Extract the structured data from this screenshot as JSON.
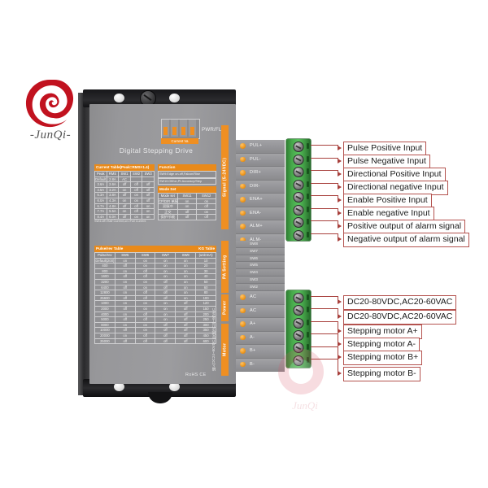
{
  "brand": {
    "name": "-JunQi-",
    "logo_icon": "junqi-swirl-logo-icon",
    "watermark_text": "JunQi"
  },
  "device": {
    "title": "Digital Stepping Drive",
    "led_label": "PWR/FLT",
    "compliance": "RoHS  CE",
    "input_voltage_vertical": "输入DC24~80VDC  交流AC20~60VAC"
  },
  "faceplate": {
    "current_table": {
      "header": "Current Table(Peak=RMS×1.4)",
      "columns": [
        "Peak",
        "RMS",
        "SW1",
        "SW2",
        "SW3"
      ],
      "rows": [
        [
          "Default",
          "2.8A",
          "AC",
          "",
          "",
          ""
        ],
        [
          "3.6A",
          "2.6A",
          "off",
          "off",
          "off"
        ],
        [
          "4.5A",
          "3.2A",
          "on",
          "off",
          "off"
        ],
        [
          "5.3A",
          "3.8A",
          "off",
          "on",
          "off"
        ],
        [
          "6.0A",
          "4.3A",
          "on",
          "on",
          "off"
        ],
        [
          "6.7A",
          "4.8A",
          "off",
          "off",
          "on"
        ],
        [
          "7.7A",
          "5.5A",
          "on",
          "off",
          "on"
        ],
        [
          "8.4A",
          "6.0A",
          "off",
          "on",
          "on"
        ]
      ],
      "note": "SW4:off=Half Current,on=Full Current"
    },
    "function_table": {
      "header": "Function",
      "rows": [
        "SW9:Edge on-off,Falcon/Rise",
        "SW10:Off/on,Pf-Accuracy/Step"
      ]
    },
    "mode_set_table": {
      "header": "Mode Set",
      "columns": [
        "Mode set",
        "SW11",
        "SW12"
      ],
      "rows": [
        [
          "CP/DIR 单脉冲",
          "on",
          "on"
        ],
        [
          "双脉冲",
          "on",
          "off"
        ],
        [
          "正交",
          "off",
          "on"
        ],
        [
          "保护/节能",
          "off",
          "off"
        ]
      ]
    },
    "pulse_table": {
      "header": "Pulse/rev Table",
      "header_right": "KG Table",
      "columns": [
        "Pulse/rev",
        "SW5",
        "SW6",
        "SW7",
        "SW8",
        "(unit:mA)"
      ],
      "rows": [
        [
          "Default(200)",
          "on",
          "on",
          "on",
          "on",
          "10"
        ],
        [
          "400",
          "off",
          "on",
          "on",
          "on",
          "20"
        ],
        [
          "800",
          "on",
          "off",
          "on",
          "on",
          "30"
        ],
        [
          "1600",
          "off",
          "off",
          "on",
          "on",
          "40"
        ],
        [
          "3200",
          "on",
          "on",
          "off",
          "on",
          "50"
        ],
        [
          "6400",
          "off",
          "on",
          "off",
          "on",
          "60"
        ],
        [
          "12800",
          "on",
          "off",
          "off",
          "on",
          "80"
        ],
        [
          "25600",
          "off",
          "off",
          "off",
          "on",
          "100"
        ],
        [
          "1000",
          "on",
          "on",
          "on",
          "off",
          "120"
        ],
        [
          "2000",
          "off",
          "on",
          "on",
          "off",
          "150"
        ],
        [
          "4000",
          "on",
          "off",
          "on",
          "off",
          "200"
        ],
        [
          "5000",
          "off",
          "off",
          "on",
          "off",
          "250"
        ],
        [
          "8000",
          "on",
          "on",
          "off",
          "off",
          "300"
        ],
        [
          "10000",
          "off",
          "on",
          "off",
          "off",
          "350"
        ],
        [
          "20000",
          "on",
          "off",
          "off",
          "off",
          "450"
        ],
        [
          "25000",
          "off",
          "off",
          "off",
          "off",
          "600"
        ]
      ]
    }
  },
  "groups": {
    "signal_label": "Signal (5-24VDC)",
    "pa_setting_label": "PA Setting",
    "power_label": "Power",
    "motor_label": "Motor",
    "current_va_label": "Current Va"
  },
  "dip_switches_top": [
    "SW12",
    "SW11",
    "SW10",
    "SW9"
  ],
  "pa_switches": [
    "SW8",
    "SW7",
    "SW6",
    "SW5",
    "SW4",
    "SW3",
    "SW2",
    "SW1"
  ],
  "terminals": {
    "signal": [
      {
        "name": "PUL+",
        "callout": "Pulse Positive Input"
      },
      {
        "name": "PUL-",
        "callout": "Pulse Negative Input"
      },
      {
        "name": "DIR+",
        "callout": "Directional Positive Input"
      },
      {
        "name": "DIR-",
        "callout": "Directional negative Input"
      },
      {
        "name": "ENA+",
        "callout": "Enable Positive Input"
      },
      {
        "name": "ENA-",
        "callout": "Enable negative Input"
      },
      {
        "name": "ALM+",
        "callout": "Positive output of alarm signal"
      },
      {
        "name": "ALM-",
        "callout": "Negative output of alarm signal"
      }
    ],
    "power_motor": [
      {
        "name": "AC",
        "callout": "DC20-80VDC,AC20-60VAC"
      },
      {
        "name": "AC",
        "callout": "DC20-80VDC,AC20-60VAC"
      },
      {
        "name": "A+",
        "callout": "Stepping motor A+"
      },
      {
        "name": "A-",
        "callout": "Stepping motor A-"
      },
      {
        "name": "B+",
        "callout": "Stepping motor B+"
      },
      {
        "name": "B-",
        "callout": "Stepping motor B-"
      }
    ]
  },
  "colors": {
    "callout_border": "#b4534f",
    "leader": "#a8403c",
    "brand_red": "#c1121f",
    "orange": "#ef8f22",
    "connector_green": "#46a84a"
  }
}
